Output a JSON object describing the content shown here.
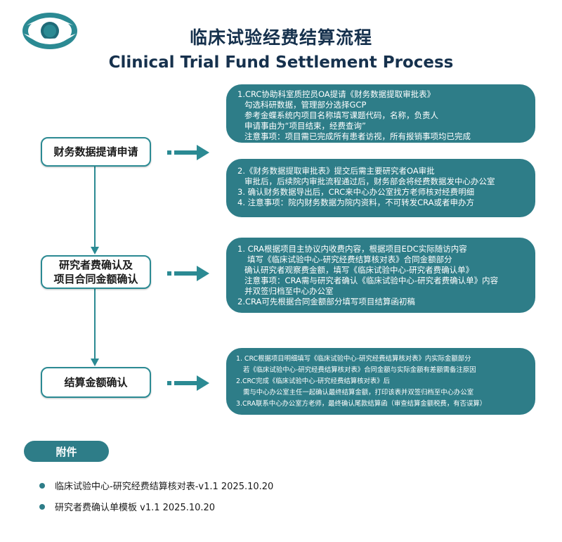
{
  "title_cn": "临床试验经费结算流程",
  "title_en": "Clinical Trial Fund Settlement Process",
  "steps": [
    {
      "label": "财务数据提请申请"
    },
    {
      "label_line1": "研究者费确认及",
      "label_line2": "项目合同金额确认"
    },
    {
      "label": "结算金额确认"
    }
  ],
  "panels": {
    "p1": [
      "1.CRC协助科室质控员OA提请《财务数据提取审批表》",
      "勾选科研数据，管理部分选择GCP",
      "参考金蝶系统内项目名称填写课题代码，名称，负责人",
      "申请事由为“项目结束，经费查询”",
      "注意事项：项目需已完成所有患者访视，所有报销事项均已完成"
    ],
    "p2": [
      "2.《财务数据提取审批表》提交后需主要研究者OA审批",
      "审批后，后续院内审批流程通过后，财务部会将经费数据发中心办公室",
      "3. 确认财务数据导出后，CRC来中心办公室找方老师核对经费明细",
      "4. 注意事项：院内财务数据为院内资料，不可转发CRA或者申办方"
    ],
    "p3": [
      "1. CRA根据项目主协议内收费内容，根据项目EDC实际随访内容",
      "填写《临床试验中心-研究经费结算核对表》合同金额部分",
      "确认研究者观察费金额，填写《临床试验中心-研究者费确认单》",
      "注意事项：CRA需与研究者确认《临床试验中心-研究者费确认单》内容",
      "并双签归档至中心办公室",
      "2.CRA可先根据合同金额部分填写项目结算函初稿"
    ],
    "p4": [
      "1. CRC根据项目明细填写《临床试验中心-研究经费结算核对表》内实际金额部分",
      "若《临床试验中心-研究经费结算核对表》合同金额与实际金额有差额需备注原因",
      "2.CRC完成《临床试验中心-研究经费结算核对表》后",
      "需与中心办公室主任一起确认最终结算金额，打印该表并双签归档至中心办公室",
      "3.CRA联系中心办公室方老师，最终确认尾款结算函（审查结算金额税费，有否误算）"
    ]
  },
  "attachments": {
    "badge": "附件",
    "items": [
      "临床试验中心-研究经费结算核对表-v1.1 2025.10.20",
      "研究者费确认单模板 v1.1 2025.10.20"
    ]
  },
  "colors": {
    "teal": "#2e7d88",
    "title": "#16314d",
    "border": "#2b8a93"
  }
}
